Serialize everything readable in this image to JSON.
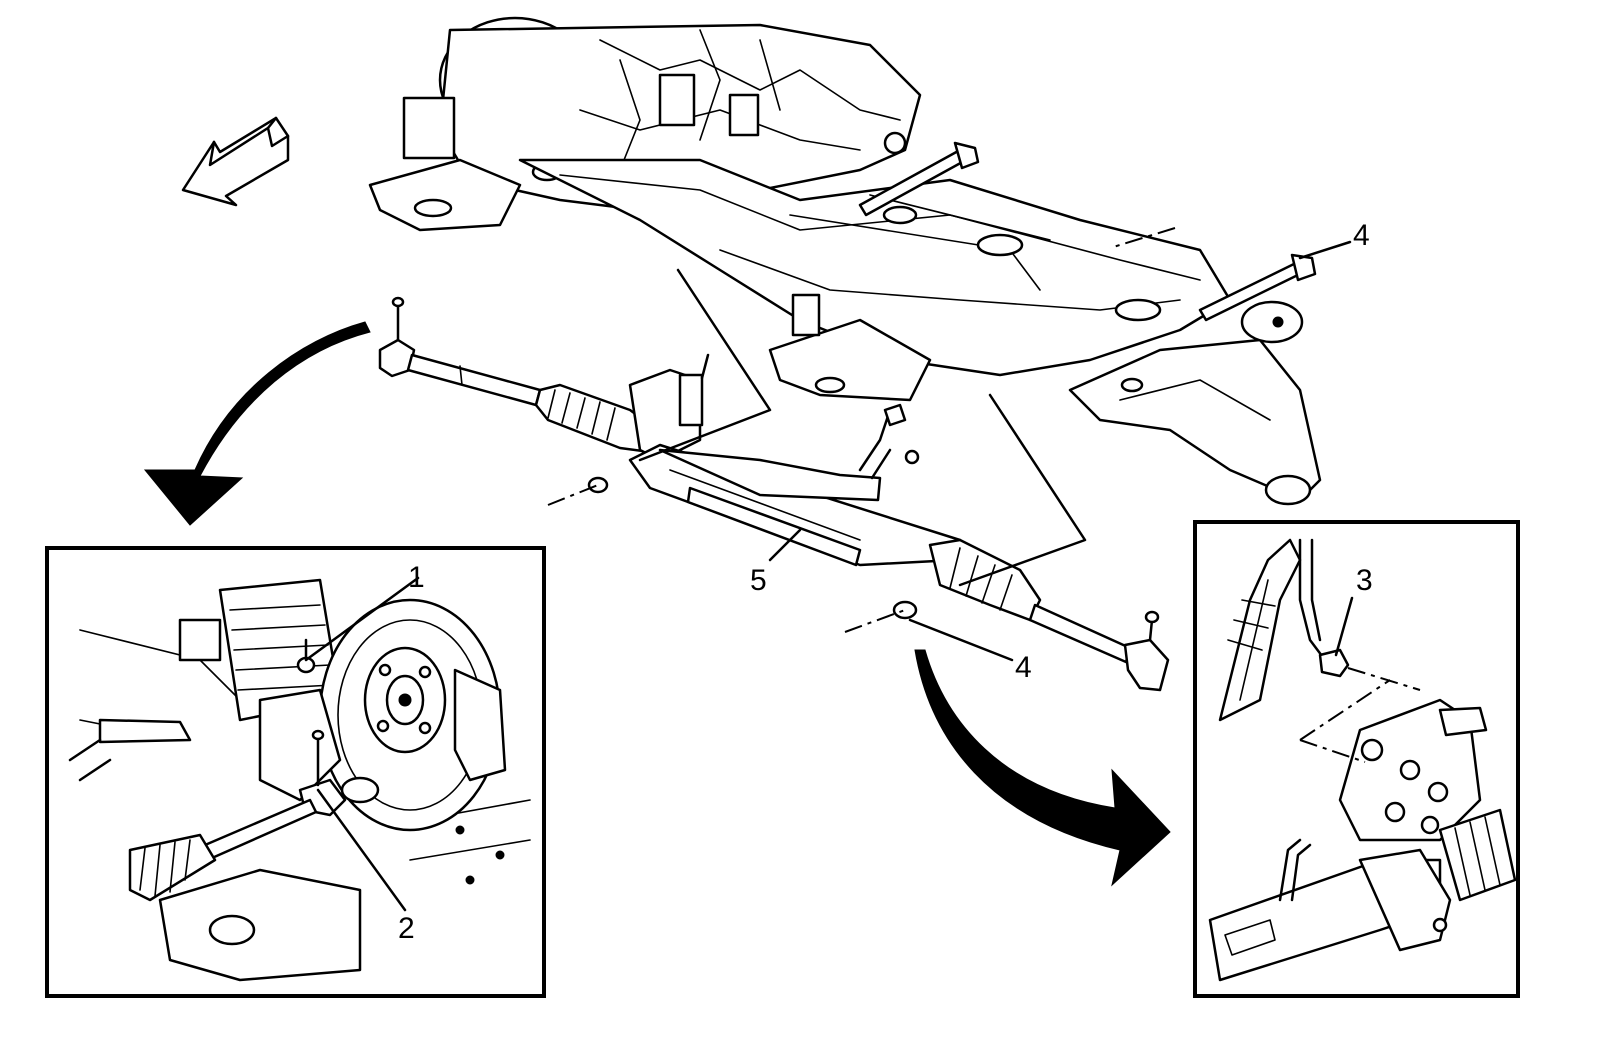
{
  "callouts": {
    "c1": "1",
    "c2": "2",
    "c3": "3",
    "c4_top": "4",
    "c4_bottom": "4",
    "c5": "5"
  },
  "icons": {
    "direction_arrow": "front-direction-arrow-icon",
    "left_arrow": "curved-arrow-left-icon",
    "right_arrow": "curved-arrow-right-icon"
  }
}
